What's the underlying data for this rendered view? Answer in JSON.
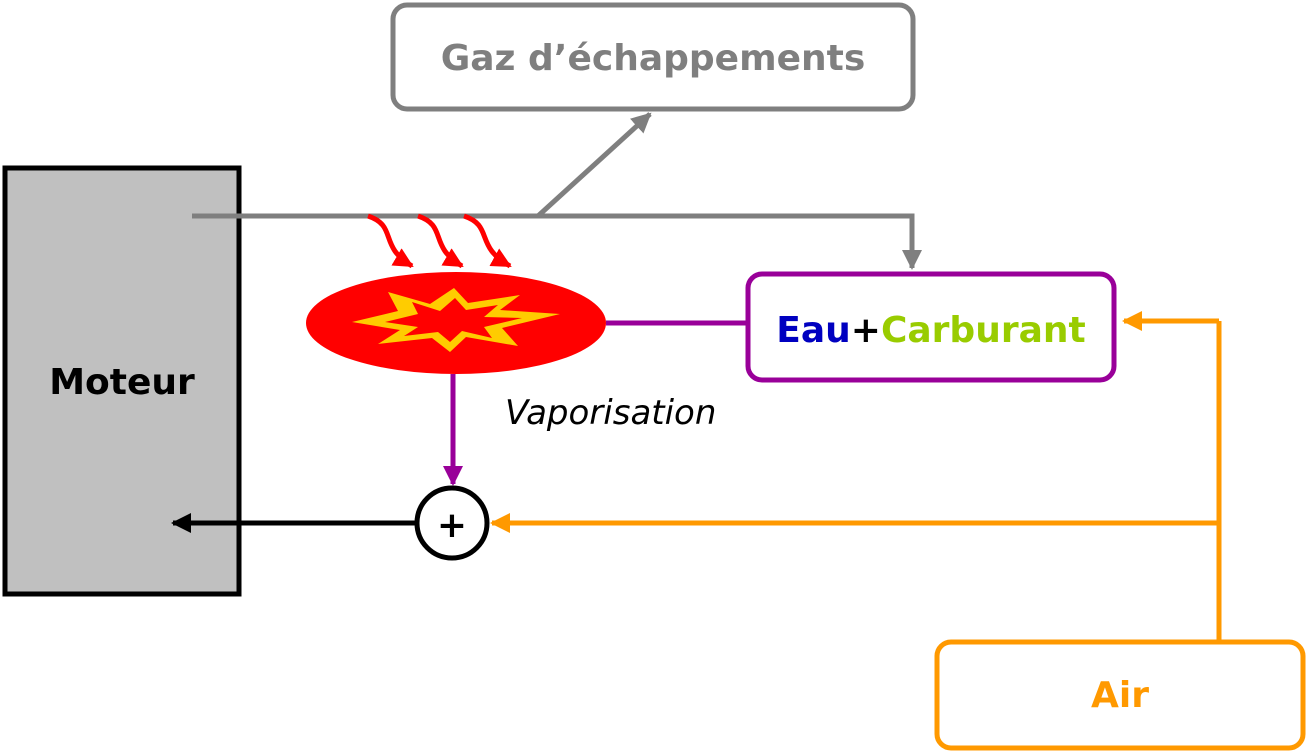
{
  "labels": {
    "exhaust": "Gaz d’échappements",
    "engine": "Moteur",
    "water": "Eau",
    "plus": "+",
    "fuel": "Carburant",
    "vaporisation": "Vaporisation",
    "mixer": "+",
    "air": "Air"
  },
  "colors": {
    "exhaust": "#7f7f7f",
    "engine_fill": "#c0c0c0",
    "water": "#0000c0",
    "fuel": "#99cc00",
    "mixture_line": "#990099",
    "air": "#ff9900",
    "vaporiser_fill": "#ff0000",
    "burst_fill": "#ffcc00",
    "heat_arrows": "#ff0000"
  }
}
